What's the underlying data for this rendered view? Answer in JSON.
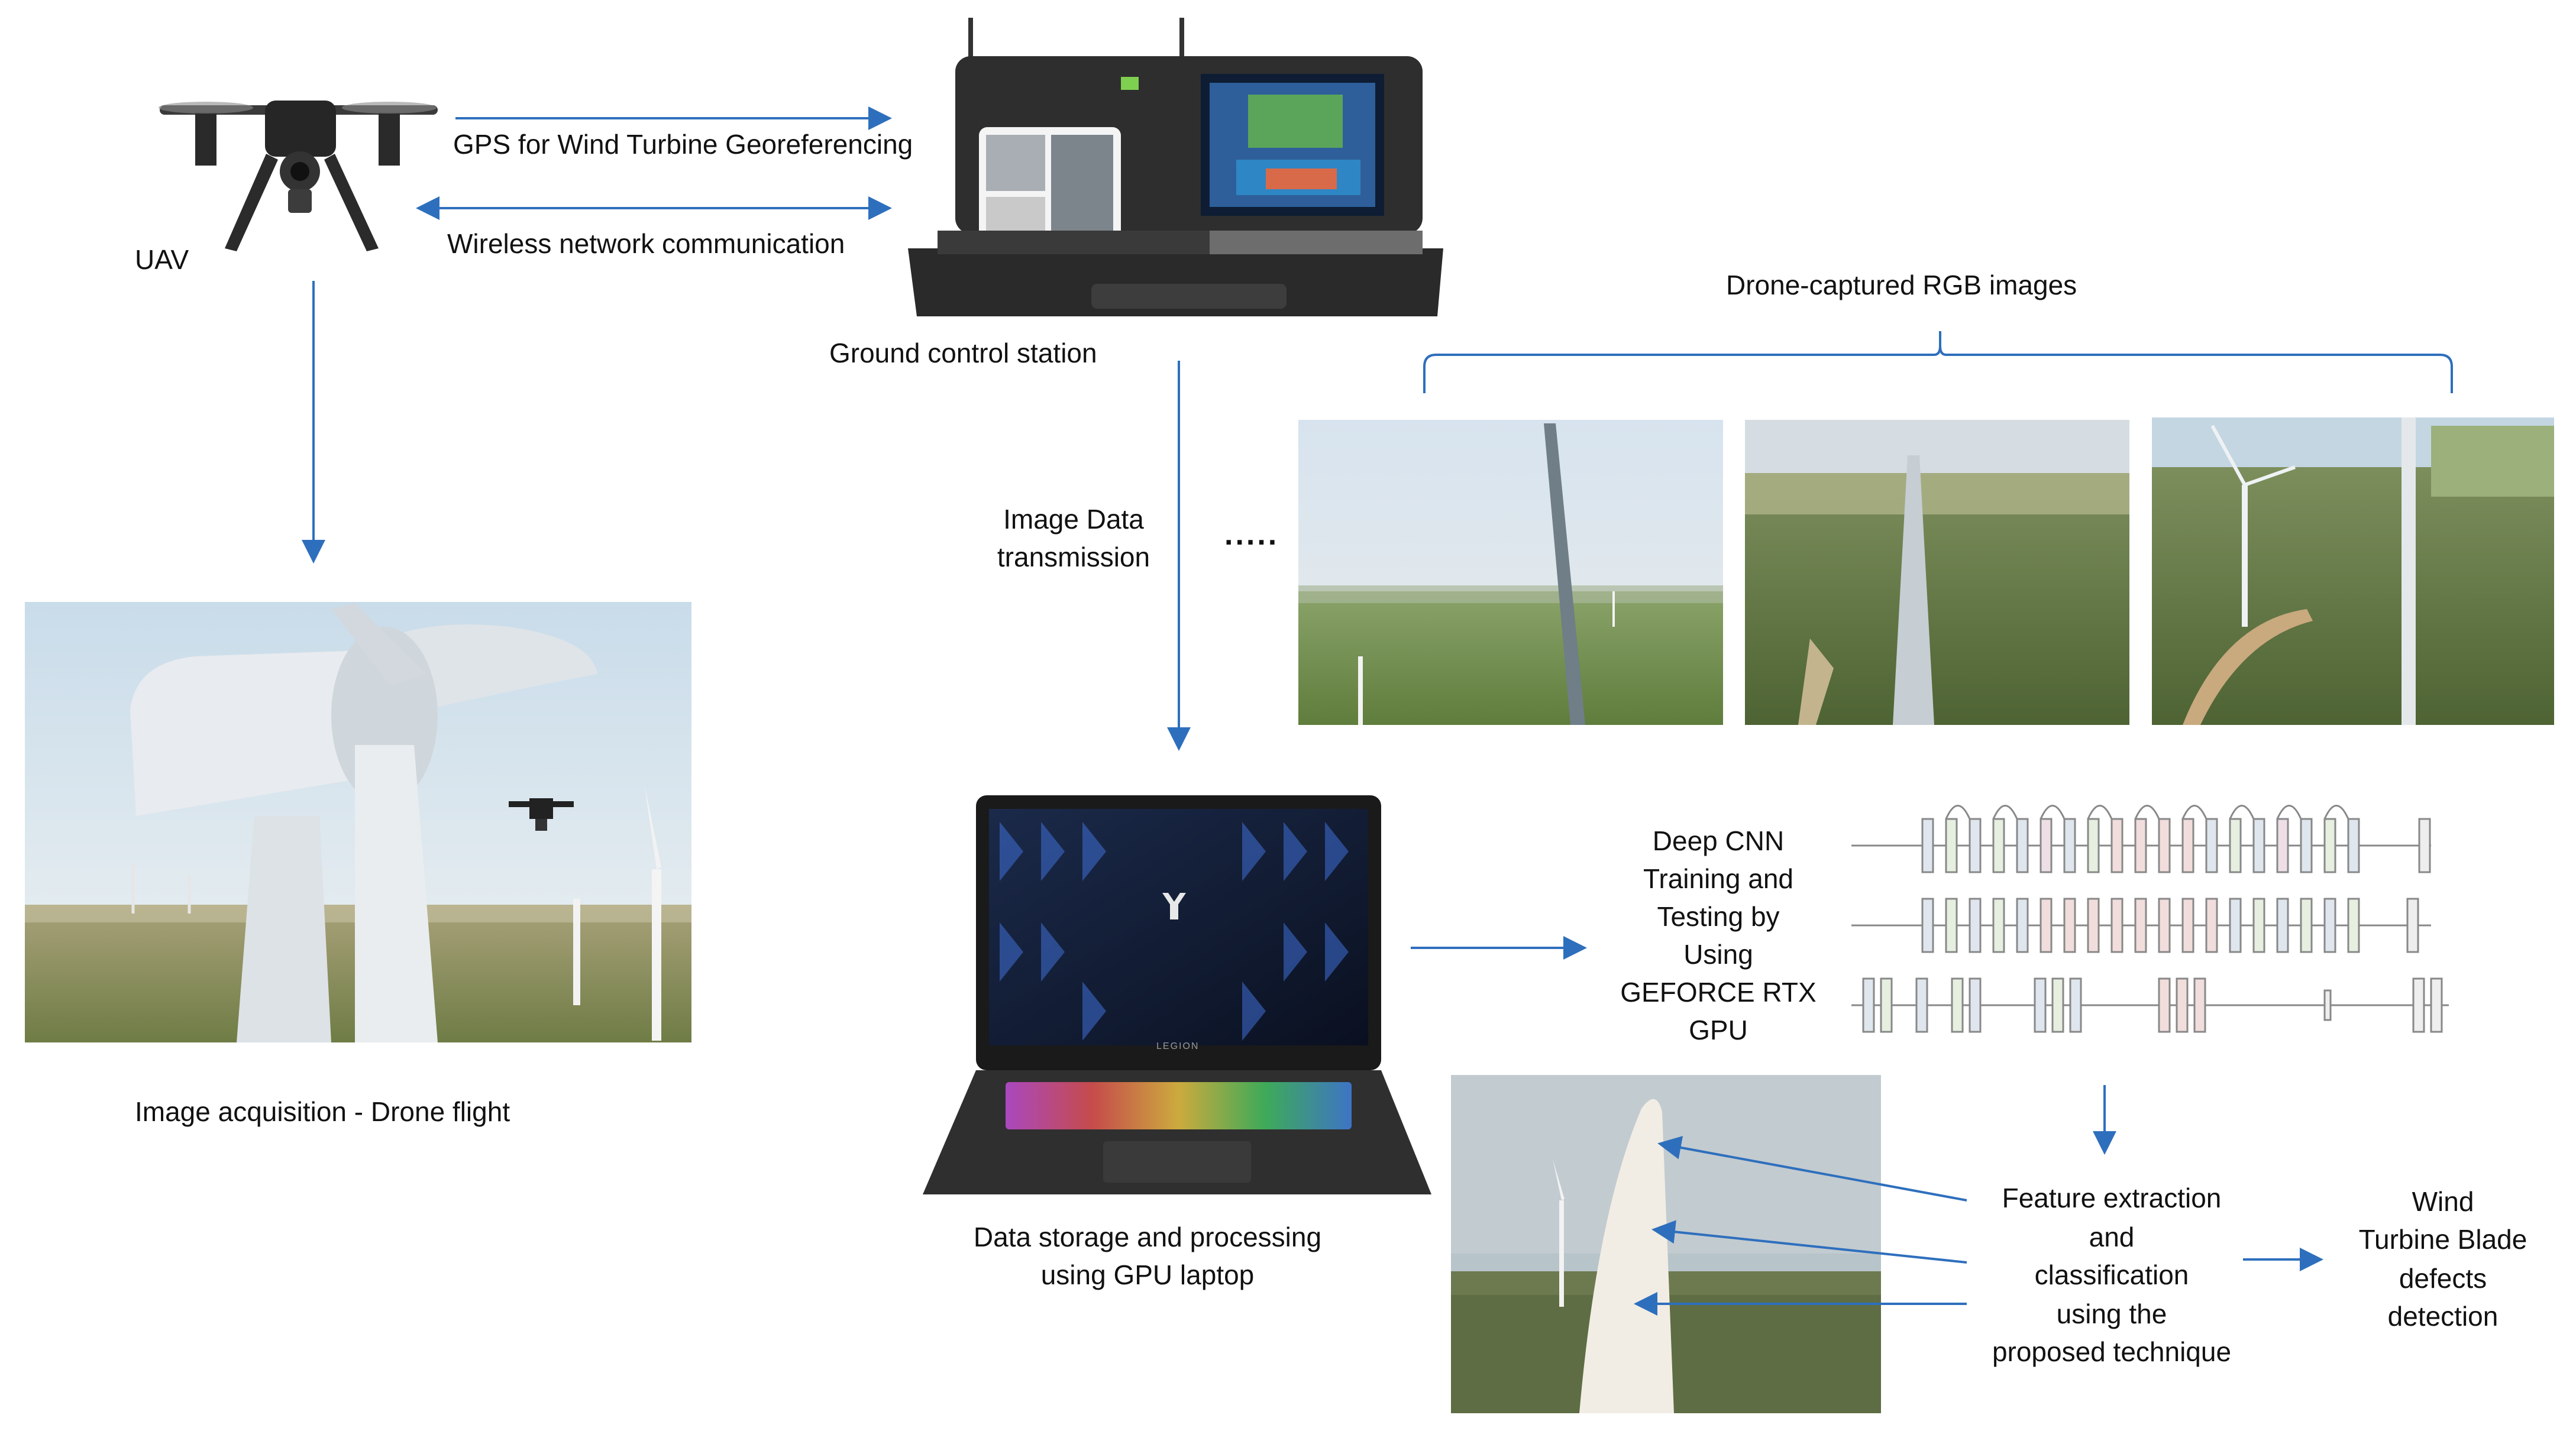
{
  "labels": {
    "uav": "UAV",
    "gps": "GPS for  Wind Turbine  Georeferencing",
    "wireless": "Wireless network communication",
    "gcs": "Ground control station",
    "drone_rgb": "Drone-captured  RGB images",
    "image_data_1": "Image Data",
    "image_data_2": "transmission",
    "dots": ".....",
    "acquisition": "Image acquisition - Drone flight",
    "cnn_1": "Deep CNN",
    "cnn_2": "Training and",
    "cnn_3": "Testing by",
    "cnn_4": "Using",
    "cnn_5": "GEFORCE RTX",
    "cnn_6": "GPU",
    "storage_1": "Data storage and processing",
    "storage_2": "using GPU laptop",
    "feature_1": "Feature extraction",
    "feature_2": "and",
    "feature_3": "classification",
    "feature_4": "using the",
    "feature_5": "proposed technique",
    "result_1": "Wind",
    "result_2": "Turbine Blade",
    "result_3": "defects",
    "result_4": "detection"
  },
  "laptop_brand": "LEGION",
  "colors": {
    "arrow": "#2e6fbd",
    "text": "#111111",
    "sky": "#b9d3e6",
    "field": "#7d9a4c",
    "turbine": "#e9edf0",
    "case": "#2c2c2c"
  },
  "icons": {
    "drone": "uav-drone-icon",
    "ground_station": "ground-control-station-icon",
    "laptop": "gpu-laptop-icon",
    "network": "cnn-architecture-icon"
  }
}
